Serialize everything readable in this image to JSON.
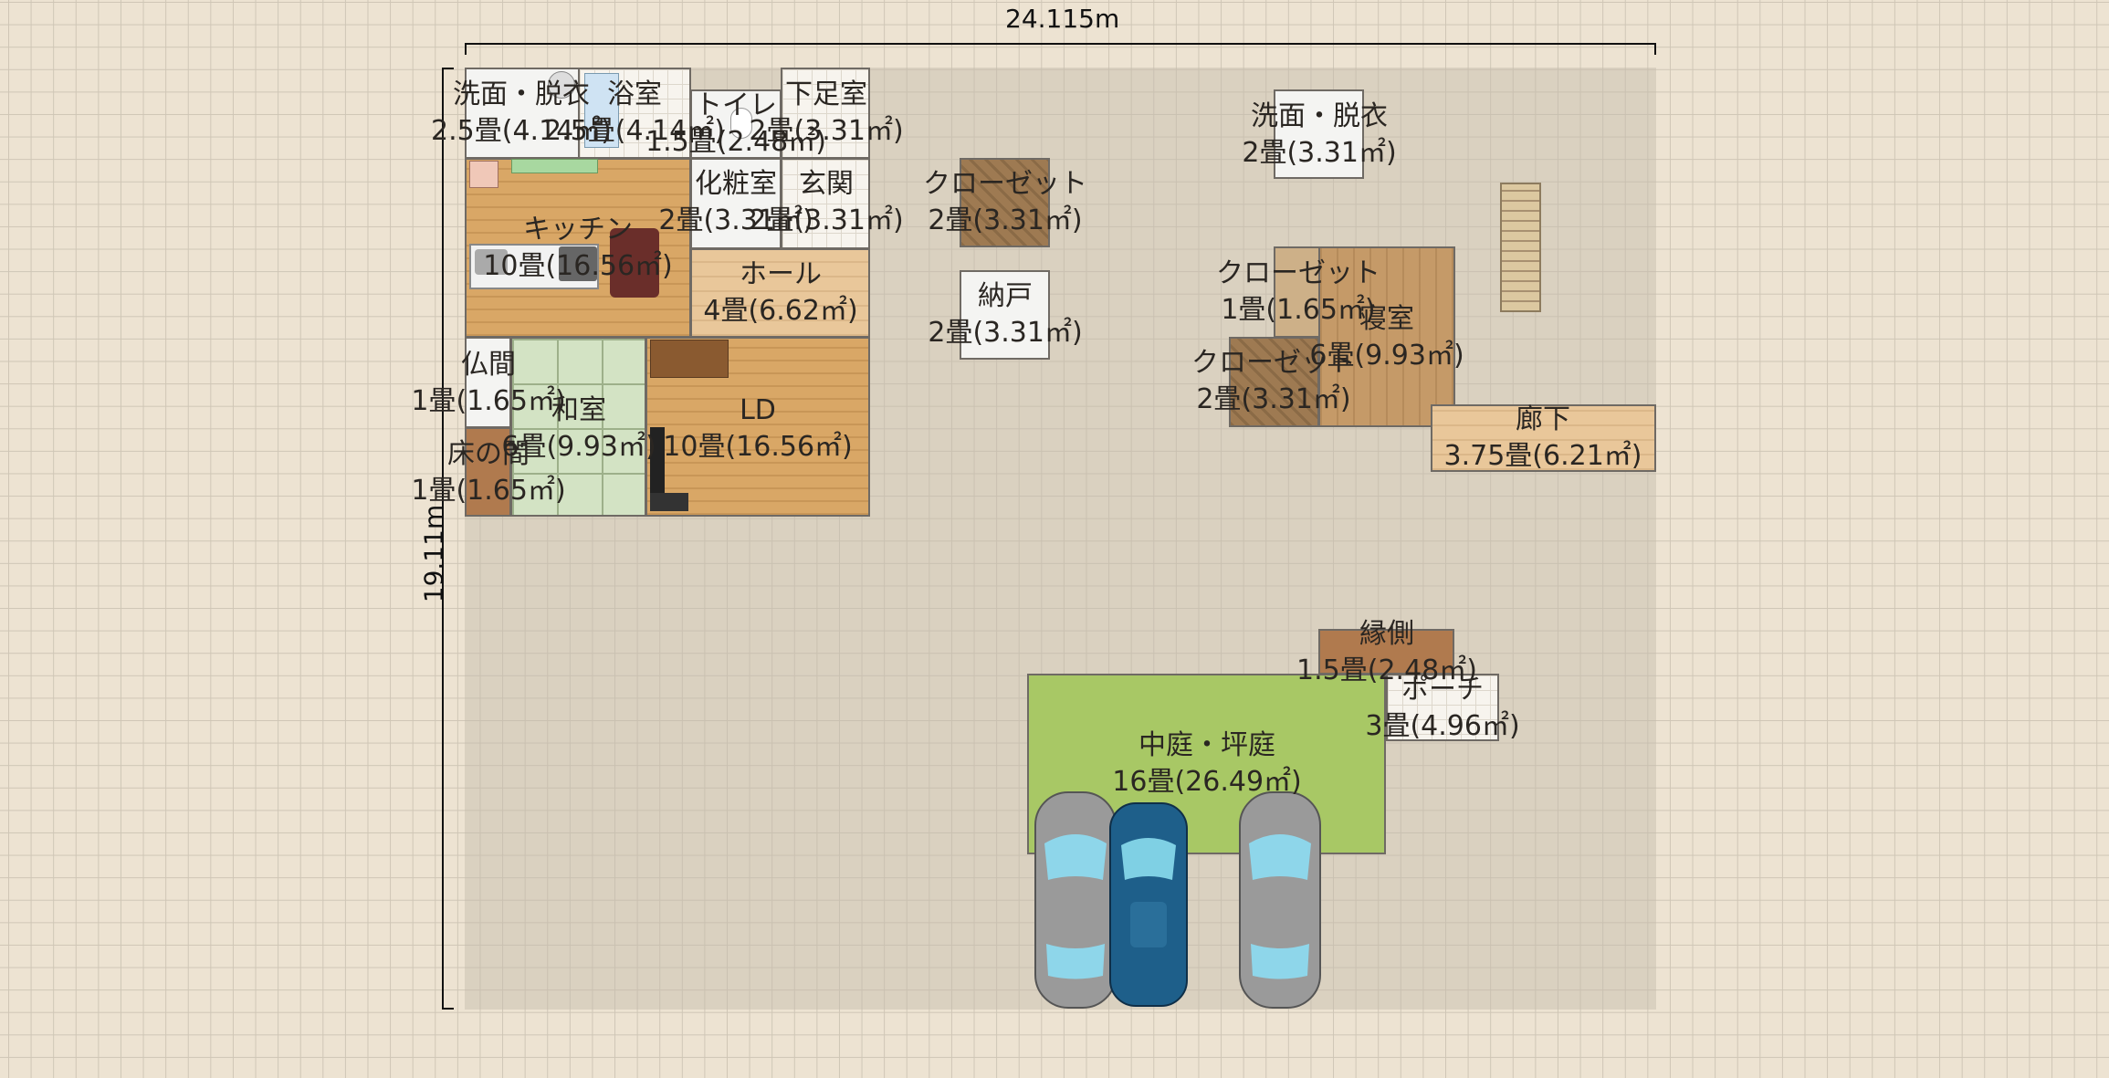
{
  "dimensions": {
    "width_label": "24.115m",
    "height_label": "19.11m"
  },
  "rooms": {
    "senmen1": {
      "name": "洗面・脱衣",
      "area": "2.5畳(4.14㎡)"
    },
    "yokushitsu": {
      "name": "浴室",
      "area": "2.5畳(4.14㎡)"
    },
    "toilet": {
      "name": "トイレ",
      "area": "1.5畳(2.48㎡)"
    },
    "gesoku": {
      "name": "下足室",
      "area": "2畳(3.31㎡)"
    },
    "kitchen": {
      "name": "キッチン",
      "area": "10畳(16.56㎡)"
    },
    "keshou": {
      "name": "化粧室",
      "area": "2畳(3.31㎡)"
    },
    "genkan": {
      "name": "玄関",
      "area": "2畳(3.31㎡)"
    },
    "hall": {
      "name": "ホール",
      "area": "4畳(6.62㎡)"
    },
    "butsuma": {
      "name": "仏間",
      "area": "1畳(1.65㎡)"
    },
    "washitsu": {
      "name": "和室",
      "area": "6畳(9.93㎡)"
    },
    "ld": {
      "name": "LD",
      "area": "10畳(16.56㎡)"
    },
    "tokonoma": {
      "name": "床の間",
      "area": "1畳(1.65㎡)"
    },
    "closet1": {
      "name": "クローゼット",
      "area": "2畳(3.31㎡)"
    },
    "nando": {
      "name": "納戸",
      "area": "2畳(3.31㎡)"
    },
    "senmen2": {
      "name": "洗面・脱衣",
      "area": "2畳(3.31㎡)"
    },
    "closet2": {
      "name": "クローゼット",
      "area": "1畳(1.65㎡)"
    },
    "shinshitsu": {
      "name": "寝室",
      "area": "6畳(9.93㎡)"
    },
    "closet3": {
      "name": "クローゼット",
      "area": "2畳(3.31㎡)"
    },
    "rouka": {
      "name": "廊下",
      "area": "3.75畳(6.21㎡)"
    },
    "engawa": {
      "name": "縁側",
      "area": "1.5畳(2.48㎡)"
    },
    "porch": {
      "name": "ポーチ",
      "area": "3畳(4.96㎡)"
    },
    "nakaniwa": {
      "name": "中庭・坪庭",
      "area": "16畳(26.49㎡)"
    }
  },
  "colors": {
    "garden": "#a8c865",
    "car_gray": "#9a9a9a",
    "car_blue": "#1e5f8a"
  }
}
